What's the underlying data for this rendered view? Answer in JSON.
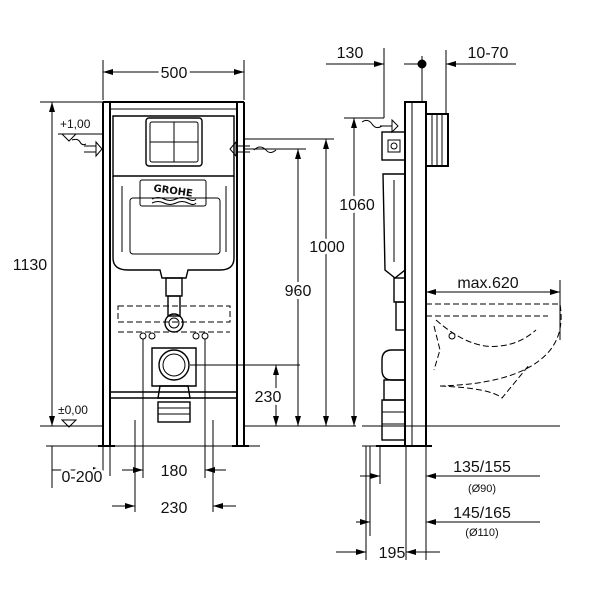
{
  "front_view": {
    "brand": "GROHE",
    "dims": {
      "width": "500",
      "height": "1130",
      "level_top": "+1,00",
      "level_zero": "±0,00",
      "h_1060": "1060",
      "h_1000": "1000",
      "h_960": "960",
      "h_230": "230",
      "offset": "0-200",
      "spacing_180": "180",
      "spacing_230": "230"
    }
  },
  "side_view": {
    "dims": {
      "depth_130": "130",
      "adjust": "10-70",
      "max_projection": "max.620",
      "d1": "135/155",
      "d1_pipe": "(Ø90)",
      "d2": "145/165",
      "d2_pipe": "(Ø110)",
      "d3": "195"
    }
  }
}
